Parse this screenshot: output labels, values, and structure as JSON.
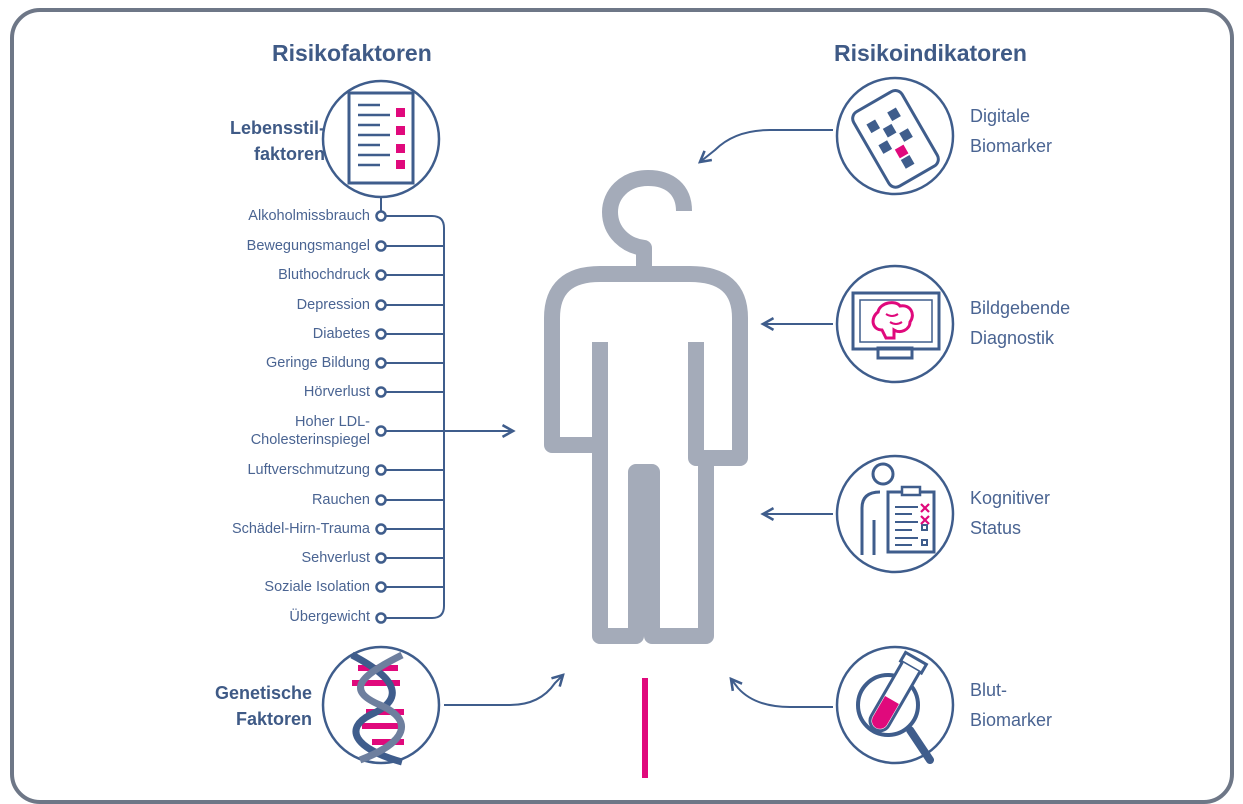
{
  "left_heading": "Risikofaktoren",
  "right_heading": "Risikoindikatoren",
  "lifestyle": {
    "label_line1": "Lebensstil-",
    "label_line2": "faktoren",
    "factors": [
      "Alkoholmissbrauch",
      "Bewegungsmangel",
      "Bluthochdruck",
      "Depression",
      "Diabetes",
      "Geringe Bildung",
      "Hörverlust",
      "Hoher LDL-",
      "Cholesterinspiegel",
      "Luftverschmutzung",
      "Rauchen",
      "Schädel-Hirn-Trauma",
      "Sehverlust",
      "Soziale Isolation",
      "Übergewicht"
    ]
  },
  "genetic": {
    "label_line1": "Genetische",
    "label_line2": "Faktoren"
  },
  "indicators": {
    "digital": {
      "line1": "Digitale",
      "line2": "Biomarker"
    },
    "imaging": {
      "line1": "Bildgebende",
      "line2": "Diagnostik"
    },
    "cognitive": {
      "line1": "Kognitiver",
      "line2": "Status"
    },
    "blood": {
      "line1": "Blut-",
      "line2": "Biomarker"
    }
  },
  "colors": {
    "primary": "#3f5d8c",
    "accent": "#e0097c",
    "figure": "#a4abb9",
    "frame": "#6e7787"
  },
  "icons": [
    "checklist-icon",
    "dna-icon",
    "smartphone-icon",
    "brain-monitor-icon",
    "clipboard-person-icon",
    "test-tube-magnifier-icon",
    "human-figure-icon"
  ]
}
